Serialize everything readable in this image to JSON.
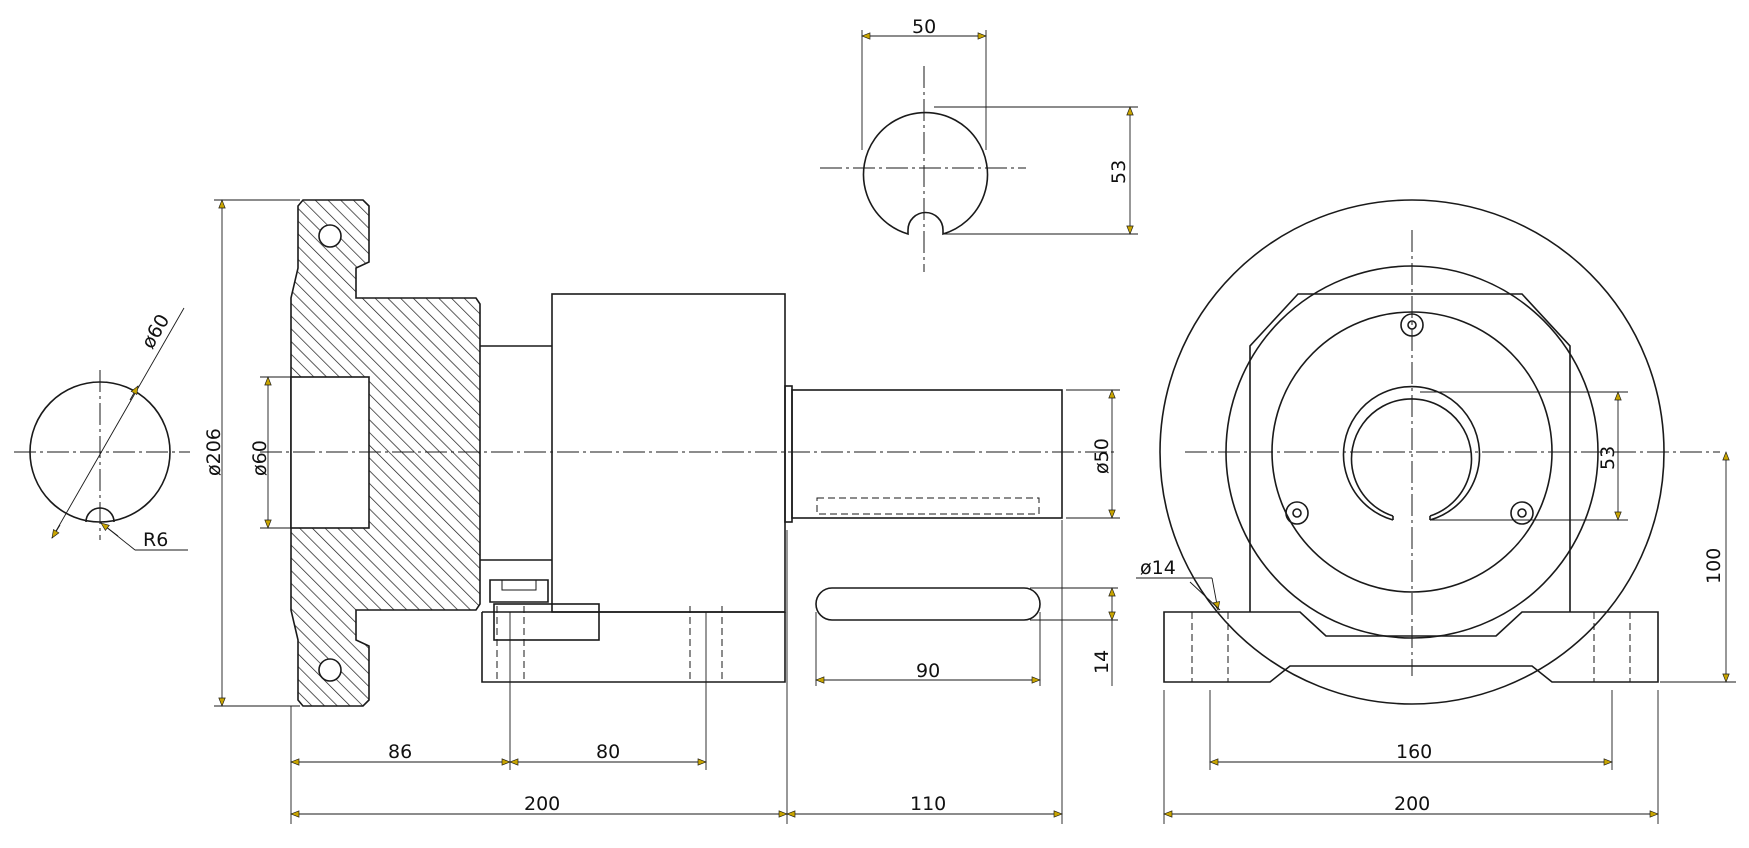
{
  "dimensions": {
    "key_width": "50",
    "key_height_top": "53",
    "hub_dia": "ø60",
    "hub_radius": "R6",
    "flange_dia": "ø206",
    "bore_dia": "ø60",
    "shaft_dia": "ø50",
    "slot_width": "14",
    "slot_length": "90",
    "len_86": "86",
    "len_80": "80",
    "len_200_left": "200",
    "len_110": "110",
    "hole_dia": "ø14",
    "bore_53": "53",
    "height_100": "100",
    "span_160": "160",
    "len_200_right": "200"
  },
  "colors": {
    "line": "#1a1a1a",
    "arrow": "#c8a400"
  }
}
